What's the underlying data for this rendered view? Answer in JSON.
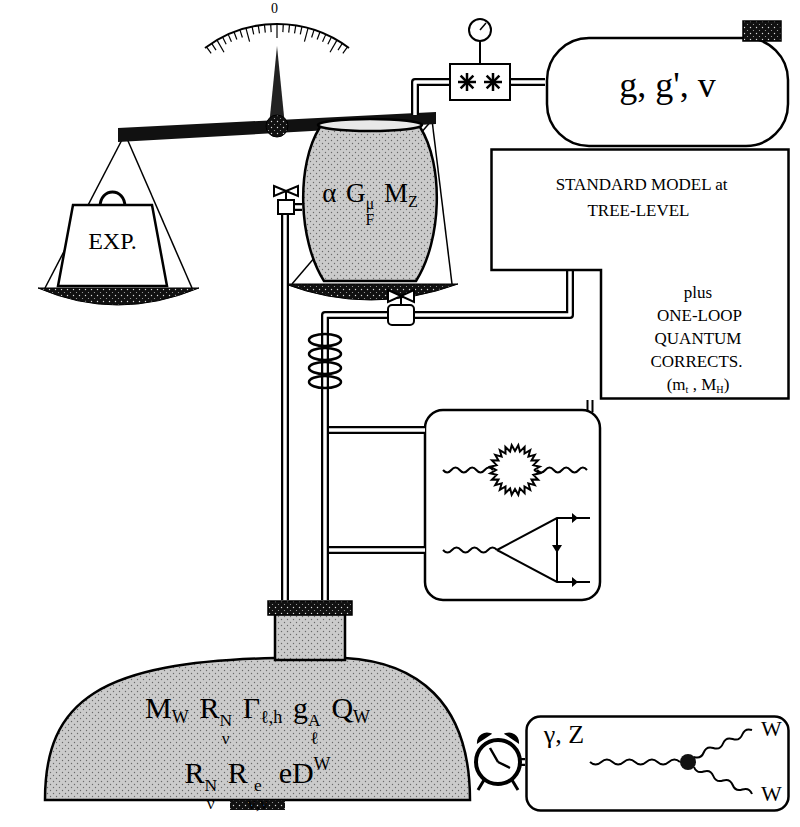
{
  "diagram": {
    "nodes": [
      {
        "text": [
          "EXP."
        ]
      },
      {
        "text": [
          "α",
          "G",
          "μ",
          "F",
          "M",
          "Z"
        ]
      },
      {
        "text": [
          "g, g', v"
        ]
      },
      {
        "text": [
          "STANDARD MODEL at TREE-LEVEL",
          "plus",
          "ONE-LOOP QUANTUM CORRECTS.",
          "(m",
          "t",
          " , M",
          "H",
          ")"
        ]
      },
      {
        "text": [
          "M",
          "W",
          "R",
          "N",
          "ν",
          "Γ",
          "ℓ,h",
          "g",
          "A",
          "ℓ",
          "Q",
          "W",
          "R",
          "N",
          "ν̄",
          "R",
          "e",
          "ν,ν̄",
          "eD",
          "W"
        ]
      },
      {
        "text": [
          "γ, Z",
          "W",
          "W"
        ]
      }
    ],
    "edges": [
      {
        "from": 2,
        "to": 1,
        "arrow": "none"
      },
      {
        "from": 3,
        "to": 4,
        "arrow": "none"
      },
      {
        "from": 1,
        "to": 4,
        "arrow": "none"
      },
      {
        "from": 4,
        "to": 5,
        "arrow": "none"
      }
    ],
    "labels": [
      "0"
    ]
  }
}
